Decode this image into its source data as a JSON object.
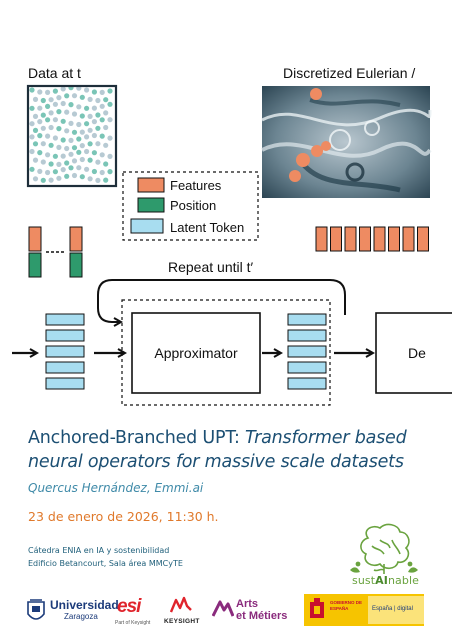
{
  "diagram": {
    "left_label": "Data at t",
    "right_label": "Discretized Eulerian /",
    "legend": [
      "Features",
      "Position",
      "Latent Token"
    ],
    "repeat_label": "Repeat until t′",
    "approximator_label": "Approximator",
    "decoder_label_fragment": "De",
    "colors": {
      "features": "#ee8b62",
      "position": "#2e9a6c",
      "latent": "#a8ddf0",
      "ink": "#111111"
    }
  },
  "talk": {
    "title_regular": "Anchored-Branched UPT: ",
    "title_italic_1": "Transformer based",
    "title_italic_2": "neural operators for massive scale datasets",
    "authors": "Quercus Hernández, Emmi.ai",
    "date": "23 de enero de 2026, 11:30 h.",
    "venue_line1": "Cátedra ENIA en IA y sostenibilidad",
    "venue_line2": "Edificio Betancourt, Sala área MMCyTE"
  },
  "sustainable_logo": {
    "pre": "sust",
    "mid": "AI",
    "post": "nable",
    "icon": "tree-icon"
  },
  "logos": {
    "unizar_main": "Universidad",
    "unizar_sub": "Zaragoza",
    "esi_main": "esi",
    "esi_sub": "Part of Keysight",
    "keysight": "KEYSIGHT",
    "arts_line1": "Arts",
    "arts_line2": "et Métiers",
    "gob_text": "GOBIERNO DE ESPAÑA",
    "espana_digital": "España | digital"
  }
}
